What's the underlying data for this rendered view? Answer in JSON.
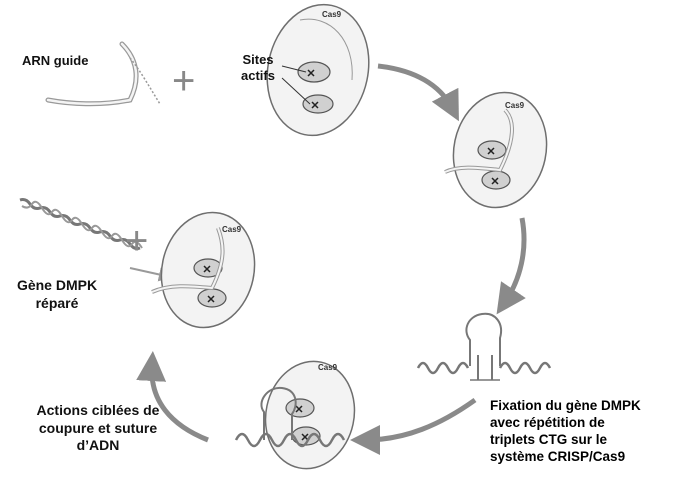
{
  "labels": {
    "guide_rna": "ARN guide",
    "active_sites": [
      "Sites",
      "actifs"
    ],
    "cas9": "Cas9",
    "repaired_gene": [
      "Gène DMPK",
      "réparé"
    ],
    "targeted_actions": [
      "Actions ciblées de",
      "coupure et suture",
      "d’ADN"
    ],
    "fixation": [
      "Fixation du gène DMPK",
      "avec répétition de",
      "triplets CTG sur le",
      "système CRISP/Cas9"
    ]
  },
  "symbols": {
    "plus": "+"
  },
  "colors": {
    "arrow": "#8a8a8a",
    "outline": "#6e6e6e",
    "fill": "#eeeeee",
    "dna": "#7a7a7a"
  }
}
